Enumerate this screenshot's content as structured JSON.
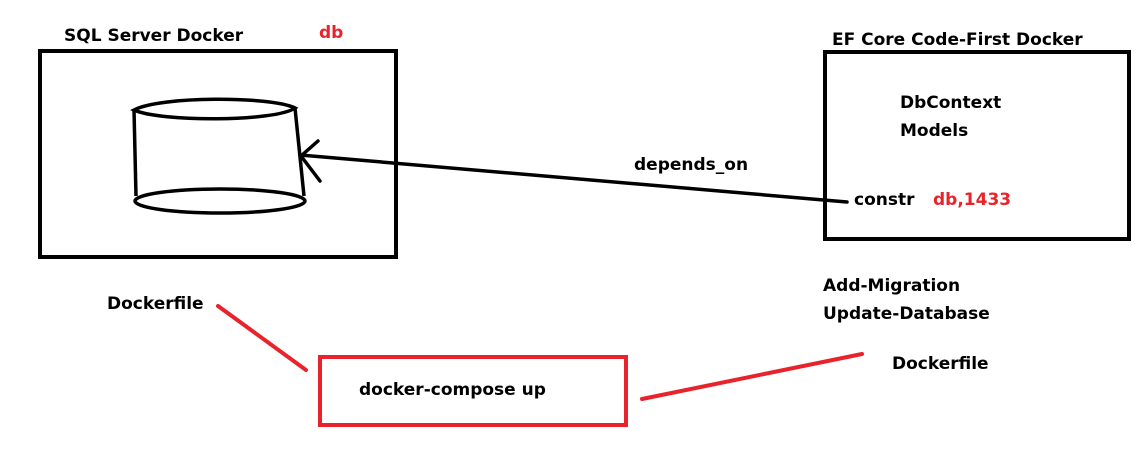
{
  "colors": {
    "ink": "#000000",
    "accent_red": "#e8232b"
  },
  "sql_container": {
    "title": "SQL Server Docker",
    "service_name": "db",
    "icon": "database-cylinder-icon"
  },
  "ef_container": {
    "title": "EF Core Code-First Docker",
    "line1": "DbContext",
    "line2": "Models",
    "conn_label": "constr",
    "conn_value": "db,1433"
  },
  "dependency": {
    "label": "depends_on"
  },
  "commands": {
    "line1": "Add-Migration",
    "line2": "Update-Database"
  },
  "left_dockerfile": "Dockerfile",
  "right_dockerfile": "Dockerfile",
  "compose": {
    "label": "docker-compose up"
  }
}
